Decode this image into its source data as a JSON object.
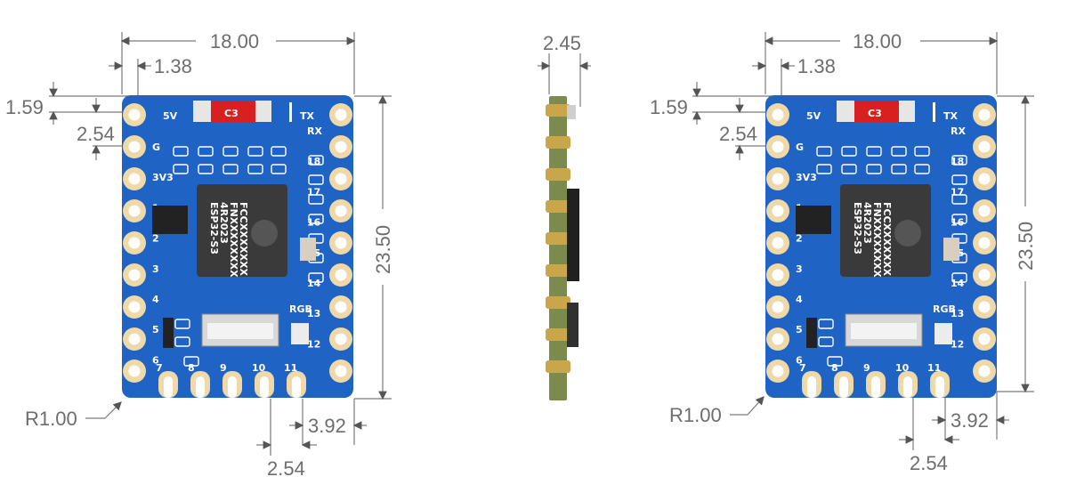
{
  "dimensions": {
    "width": "18.00",
    "height": "23.50",
    "thickness": "2.45",
    "pin_edge_offset_x": "1.38",
    "pin_edge_offset_y": "1.59",
    "pin_pitch": "2.54",
    "bottom_pin_pitch": "2.54",
    "corner_radius": "R1.00",
    "bottom_pin_offset": "3.92"
  },
  "board": {
    "left_labels": [
      "G",
      "3V3",
      "1",
      "2",
      "3",
      "4",
      "5",
      "6"
    ],
    "right_labels": [
      "RX",
      "18",
      "17",
      "16",
      "15",
      "14",
      "13",
      "12"
    ],
    "top_labels": [
      "5V",
      "TX"
    ],
    "bottom_labels": [
      "7",
      "8",
      "9",
      "10",
      "11"
    ],
    "rgb_label": "RGB",
    "c3_label": "C3",
    "chip_lines": [
      "ESP32-S3",
      "4R2023",
      "FNXXXXXXXX",
      "FCCXXXXXXX"
    ]
  },
  "colors": {
    "pcb": "#1f63c4",
    "pad": "#f0d9a8",
    "pad_inner": "#ffffff",
    "chip": "#3a3a3a",
    "c3_red": "#d82020"
  }
}
